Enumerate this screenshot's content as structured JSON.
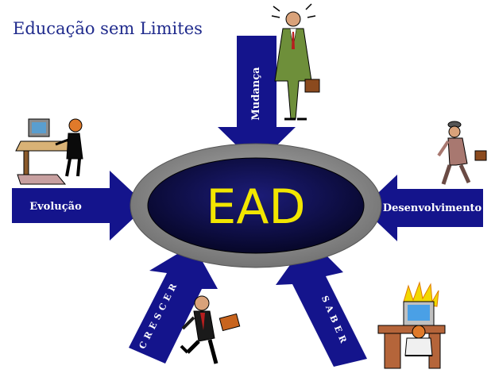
{
  "title": "Educação sem Limites",
  "center": {
    "label": "EAD"
  },
  "arrows": {
    "top": "Mudança",
    "left": "Evolução",
    "right": "Desenvolvimento",
    "bottom_left": "CRESCER",
    "bottom_right": "SABER"
  },
  "icons": {
    "top": "businessman-briefcase-icon",
    "left": "person-at-computer-icon",
    "right": "walking-businessman-icon",
    "bottom_left": "running-businessman-icon",
    "bottom_right": "stressed-person-at-computer-icon"
  },
  "colors": {
    "arrow": "#14148c",
    "ellipse_outer": "#8a8a8a",
    "ellipse_inner": "#0d0d4a",
    "center_text": "#f2e600",
    "title": "#1f2a8c",
    "label": "#ffffff"
  }
}
